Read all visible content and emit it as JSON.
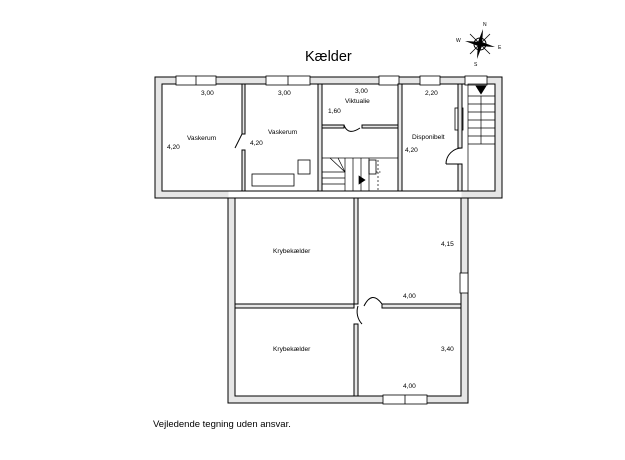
{
  "title": "Kælder",
  "disclaimer": "Vejledende tegning uden ansvar.",
  "compass": {
    "labels": [
      "N",
      "S",
      "E",
      "W"
    ]
  },
  "rooms": [
    {
      "name": "Vaskerum",
      "width": "3,00",
      "depth": "4,20"
    },
    {
      "name": "Vaskerum",
      "width": "3,00",
      "depth": "4,20"
    },
    {
      "name": "Viktualie",
      "width": "3,00",
      "depth": "1,60"
    },
    {
      "name": "Disponibelt",
      "width": "2,20",
      "depth": "4,20"
    },
    {
      "name": "Krybekælder"
    },
    {
      "name": "Krybekælder"
    },
    {
      "width": "4,00",
      "depth": "4,15"
    },
    {
      "width": "4,00",
      "depth": "3,40"
    }
  ]
}
